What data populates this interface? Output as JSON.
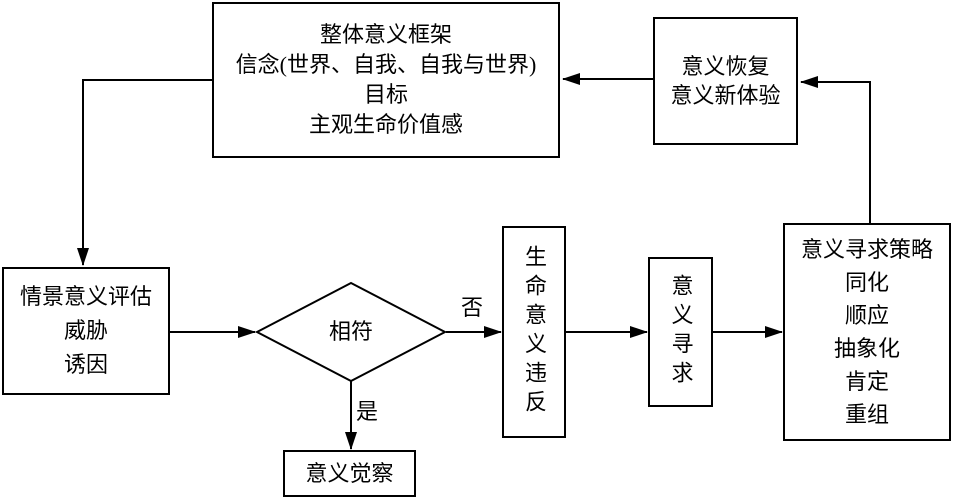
{
  "colors": {
    "background": "#ffffff",
    "line": "#000000",
    "text": "#000000"
  },
  "nodes": {
    "global_meaning_framework": {
      "lines": [
        "整体意义框架",
        "信念(世界、自我、自我与世界)",
        "目标",
        "主观生命价值感"
      ]
    },
    "meaning_restoration": {
      "lines": [
        "意义恢复",
        "意义新体验"
      ]
    },
    "situational_meaning_appraisal": {
      "lines": [
        "情景意义评估",
        "威胁",
        "诱因"
      ]
    },
    "congruence_decision": {
      "label": "相符"
    },
    "life_meaning_violation": {
      "label": "生命意义违反"
    },
    "meaning_search": {
      "label": "意义寻求"
    },
    "meaning_search_strategies": {
      "lines": [
        "意义寻求策略",
        "同化",
        "顺应",
        "抽象化",
        "肯定",
        "重组"
      ]
    },
    "meaning_awareness": {
      "label": "意义觉察"
    }
  },
  "edge_labels": {
    "no": "否",
    "yes": "是"
  }
}
